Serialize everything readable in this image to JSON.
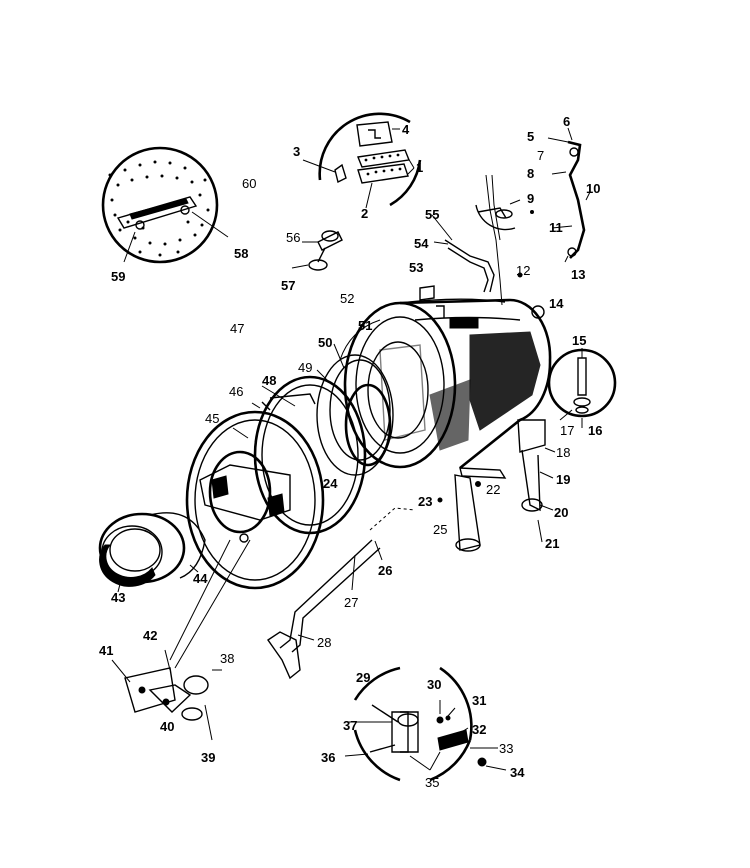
{
  "parts": [
    {
      "id": "p1",
      "label": "1"
    },
    {
      "id": "p2",
      "label": "2"
    },
    {
      "id": "p3",
      "label": "3"
    },
    {
      "id": "p4",
      "label": "4"
    },
    {
      "id": "p5",
      "label": "5"
    },
    {
      "id": "p6",
      "label": "6"
    },
    {
      "id": "p7",
      "label": "7"
    },
    {
      "id": "p8",
      "label": "8"
    },
    {
      "id": "p9",
      "label": "9"
    },
    {
      "id": "p10",
      "label": "10"
    },
    {
      "id": "p11",
      "label": "11"
    },
    {
      "id": "p12",
      "label": "12"
    },
    {
      "id": "p13",
      "label": "13"
    },
    {
      "id": "p14",
      "label": "14"
    },
    {
      "id": "p15",
      "label": "15"
    },
    {
      "id": "p16",
      "label": "16"
    },
    {
      "id": "p17",
      "label": "17"
    },
    {
      "id": "p18",
      "label": "18"
    },
    {
      "id": "p19",
      "label": "19"
    },
    {
      "id": "p20",
      "label": "20"
    },
    {
      "id": "p21",
      "label": "21"
    },
    {
      "id": "p22",
      "label": "22"
    },
    {
      "id": "p23",
      "label": "23"
    },
    {
      "id": "p24",
      "label": "24"
    },
    {
      "id": "p25",
      "label": "25"
    },
    {
      "id": "p26",
      "label": "26"
    },
    {
      "id": "p27",
      "label": "27"
    },
    {
      "id": "p28",
      "label": "28"
    },
    {
      "id": "p29",
      "label": "29"
    },
    {
      "id": "p30",
      "label": "30"
    },
    {
      "id": "p31",
      "label": "31"
    },
    {
      "id": "p32",
      "label": "32"
    },
    {
      "id": "p33",
      "label": "33"
    },
    {
      "id": "p34",
      "label": "34"
    },
    {
      "id": "p35",
      "label": "35"
    },
    {
      "id": "p36",
      "label": "36"
    },
    {
      "id": "p37",
      "label": "37"
    },
    {
      "id": "p38",
      "label": "38"
    },
    {
      "id": "p39",
      "label": "39"
    },
    {
      "id": "p40",
      "label": "40"
    },
    {
      "id": "p41",
      "label": "41"
    },
    {
      "id": "p42",
      "label": "42"
    },
    {
      "id": "p43",
      "label": "43"
    },
    {
      "id": "p44",
      "label": "44"
    },
    {
      "id": "p45",
      "label": "45"
    },
    {
      "id": "p46",
      "label": "46"
    },
    {
      "id": "p47",
      "label": "47"
    },
    {
      "id": "p48",
      "label": "48"
    },
    {
      "id": "p49",
      "label": "49"
    },
    {
      "id": "p50",
      "label": "50"
    },
    {
      "id": "p51",
      "label": "51"
    },
    {
      "id": "p52",
      "label": "52"
    },
    {
      "id": "p53",
      "label": "53"
    },
    {
      "id": "p54",
      "label": "54"
    },
    {
      "id": "p55",
      "label": "55"
    },
    {
      "id": "p56",
      "label": "56"
    },
    {
      "id": "p57",
      "label": "57"
    },
    {
      "id": "p58",
      "label": "58"
    },
    {
      "id": "p59",
      "label": "59"
    },
    {
      "id": "p60",
      "label": "60"
    }
  ]
}
